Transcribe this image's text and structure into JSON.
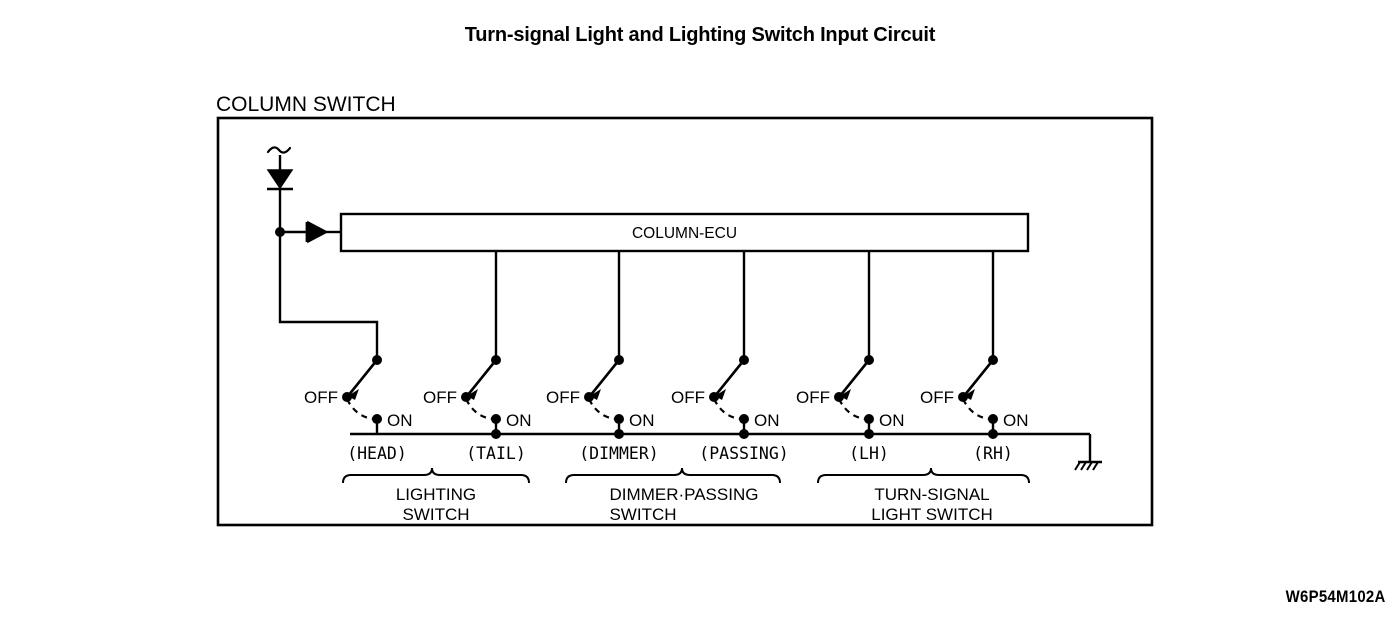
{
  "title": "Turn-signal Light and Lighting Switch Input Circuit",
  "reference_code": "W6P54M102A",
  "enclosure": {
    "label": "COLUMN SWITCH"
  },
  "ecu": {
    "label": "COLUMN-ECU"
  },
  "symbols": {
    "wire_break_icon": "wire-break-squiggle",
    "supply_diode_icon": "diode-down",
    "ecu_input_diode_icon": "diode-left",
    "ground_icon": "chassis-ground"
  },
  "switch_position_labels": {
    "off": "OFF",
    "on": "ON"
  },
  "switches": [
    {
      "name": "(HEAD)",
      "off": "OFF",
      "on": "ON",
      "group": "lighting"
    },
    {
      "name": "(TAIL)",
      "off": "OFF",
      "on": "ON",
      "group": "lighting"
    },
    {
      "name": "(DIMMER)",
      "off": "OFF",
      "on": "ON",
      "group": "dimmer-passing"
    },
    {
      "name": "(PASSING)",
      "off": "OFF",
      "on": "ON",
      "group": "dimmer-passing"
    },
    {
      "name": "(LH)",
      "off": "OFF",
      "on": "ON",
      "group": "turn-signal"
    },
    {
      "name": "(RH)",
      "off": "OFF",
      "on": "ON",
      "group": "turn-signal"
    }
  ],
  "groups": [
    {
      "id": "lighting",
      "line1": "LIGHTING",
      "line2": "SWITCH"
    },
    {
      "id": "dimmer-passing",
      "line1": "DIMMER·PASSING",
      "line2": "SWITCH"
    },
    {
      "id": "turn-signal",
      "line1": "TURN-SIGNAL",
      "line2": "LIGHT SWITCH"
    }
  ],
  "colors": {
    "line": "#000000",
    "background": "#ffffff",
    "text": "#000000"
  }
}
